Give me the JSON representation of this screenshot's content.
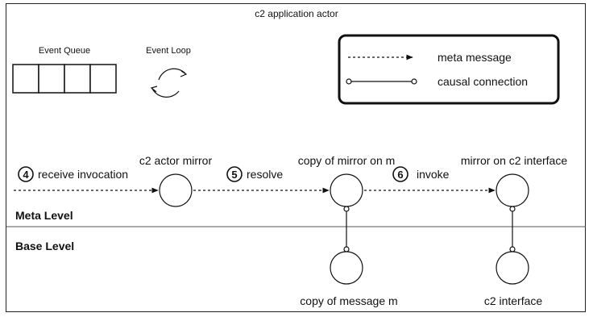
{
  "title": "c2 application actor",
  "event_queue_label": "Event Queue",
  "event_loop_label": "Event Loop",
  "legend": {
    "meta": "meta message",
    "causal": "causal connection"
  },
  "nodes": {
    "actor_mirror": "c2 actor mirror",
    "mirror_copy": "copy of mirror on m",
    "mirror_interface": "mirror on c2 interface",
    "message_copy": "copy of message m",
    "c2_interface": "c2 interface"
  },
  "steps": [
    {
      "num": "4",
      "label": "receive invocation"
    },
    {
      "num": "5",
      "label": "resolve"
    },
    {
      "num": "6",
      "label": "invoke"
    }
  ],
  "levels": {
    "meta": "Meta Level",
    "base": "Base Level"
  }
}
